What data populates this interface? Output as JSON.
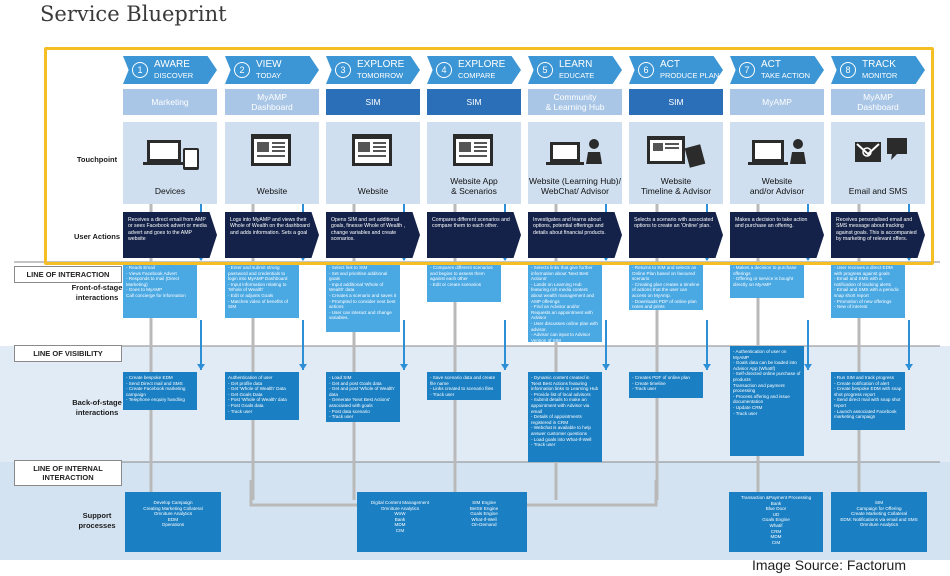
{
  "title": "Service Blueprint",
  "source": "Image Source: Factorum",
  "row_labels": {
    "touchpoint": "Touchpoint",
    "user_actions": "User Actions",
    "front_stage": "Front-of-stage\ninteractions",
    "back_stage": "Back-of-stage\ninteractions",
    "support": "Support\nprocesses"
  },
  "lines": {
    "interaction": "LINE OF INTERACTION",
    "visibility": "LINE OF VISIBILITY",
    "internal": "LINE OF INTERNAL\nINTERACTION"
  },
  "steps": [
    {
      "num": "1",
      "verb": "AWARE",
      "phase": "DISCOVER",
      "channel": "Marketing",
      "channel_style": "light",
      "touchpoint": "Devices",
      "touch_icon": "devices-icon",
      "user_action": "Receives a direct email from AMP or sees Facebook advert or media advert and goes to the AMP website",
      "front": "- Reads Email\n- Views Facebook Advert\n- Responds to mail (Direct Marketing)\n- Goes to MyAMP\nCall concierge for information",
      "back": "- Create bespoke EDM\n- Send Direct mail and SMS\n- Create Facebook marketing campaign\n- Telephone enquiry handling"
    },
    {
      "num": "2",
      "verb": "VIEW",
      "phase": "TODAY",
      "channel": "MyAMP\nDashboard",
      "channel_style": "light",
      "touchpoint": "Website",
      "touch_icon": "website-icon",
      "user_action": "Logs into MyAMP and views their Whole of Wealth on the dashboard and adds information. Sets a goal",
      "front": "- Enter and submit strong password and credentials to login into MyAMP Dashboard\n- Input information relating to 'Whole of Wealth'\n- Edit or adjusts Goals\n- Matches video of benefits of SIM",
      "back": "Authentication of user\n- Get profile data\n- Get 'Whole of Wealth' Data\n- Get Goals Data\n- Post 'Whole of Wealth' data\n- Post Goals data\n- Track user"
    },
    {
      "num": "3",
      "verb": "EXPLORE",
      "phase": "TOMORROW",
      "channel": "SIM",
      "channel_style": "dark",
      "touchpoint": "Website",
      "touch_icon": "website-icon",
      "user_action": "Opens SIM and set additional goals, finesse Whole of Wealth , change variables and create scenarios.",
      "front": "- Select link to SIM\n- Set and prioritise additional goals\n- Input additional 'Whole of Wealth' data\n- Creates a scenario and saves it\n- Prompted to consider next best actions\n- User can interact and change variables.",
      "back": "- Load SIM\n- Get and post Goals data\n- Get and post 'Whole of Wealth' data\n- Generate 'Next Best Actions' associated with goals\n- Post data scenario\n- Track user"
    },
    {
      "num": "4",
      "verb": "EXPLORE",
      "phase": "COMPARE",
      "channel": "SIM",
      "channel_style": "dark",
      "touchpoint": "Website App\n& Scenarios",
      "touch_icon": "website-icon",
      "user_action": "Compares different scenarios and compare them to each other.",
      "front": "- Compares different scenarios and begins to assess them against each other\n- Edit or create scenarios",
      "back": "- Save scenario data and create file name\n- Links created to scenario files\n- Track user"
    },
    {
      "num": "5",
      "verb": "LEARN",
      "phase": "EDUCATE",
      "channel": "Community\n& Learning Hub",
      "channel_style": "light",
      "touchpoint": "Website (Learning Hub)/\nWebChat/ Advisor",
      "touch_icon": "webchat-advisor-icon",
      "user_action": "Investigates and learns about options, potential offerings and details about financial products.",
      "front": "- Selects links that give further information about 'Next Best Actions'\n- Lands on Learning Hub featuring rich media content about wealth management and AMP offerings\n- Find an Advisor and/or Requests an appointment with Advisor\n- User discusses online plan with advisor.\n- Advisor can input to Advisor Version of SIM",
      "back": "- Dynamic content created in 'Next Best Actions featuring information links to Learning Hub\n- Provide list of local advisors\n- Submit details to make an appointment with Advisor via email\n- Details of appointments registered in CRM\n- Webchat is available to help answer customer questions\n- Load goals into What-If-Well\n- Track user"
    },
    {
      "num": "6",
      "verb": "ACT",
      "phase": "PRODUCE PLAN",
      "channel": "SIM",
      "channel_style": "dark",
      "touchpoint": "Website\nTimeline & Advisor",
      "touch_icon": "timeline-advisor-icon",
      "user_action": "Selects a scenario with associated options to create an 'Online' plan.",
      "front": "- Returns to SIM and selects an Online Plan based on favoured scenario\n- Creating plan creates a timeline of actions that the user can access on MyAmp.\n- Downloads PDF of online plan notes and prints",
      "back": "- Creates PDF of online plan\n- Create timeline\n- Track user"
    },
    {
      "num": "7",
      "verb": "ACT",
      "phase": "TAKE ACTION",
      "channel": "MyAMP",
      "channel_style": "light",
      "touchpoint": "Website\nand/or Advisor",
      "touch_icon": "website-advisor-icon",
      "user_action": "Makes a decision to take action and purchase an offering.",
      "front": "- Makes a decision to purchase offerings\n- Offering or service is bought directly on MyAMP",
      "back": "- Authentication of user on MyAMP\n- Goals data can be loaded into Advisor App (WhatIf)\n- Self-directed online purchase of products\nTransaction and payment processing\n- Process offering and issue documentation\n- Update CRM\n- Track user"
    },
    {
      "num": "8",
      "verb": "TRACK",
      "phase": "MONITOR",
      "channel": "MyAMP\nDashboard",
      "channel_style": "light",
      "touchpoint": "Email and SMS",
      "touch_icon": "email-sms-icon",
      "user_action": "Receives personalised email and SMS message about tracking against goals. This is accompanied by marketing of relevant offers.",
      "front": "- User receives a direct EDM with progress against goals\n- Email and SMS with a notification of tracking alerts\n- Email and SMS with a periodic snap short report\n- Promotion of new offerings\n- New of interest",
      "back": "- Run SIM and track progress\n- Create notification of alert\n- Create bespoke EDM with snap shot progress report\n- Send direct mail with snap shot report\n- Launch associated Facebook marketing campaign"
    }
  ],
  "support": [
    {
      "id": "s1",
      "text": "Develop Campaign\nCreating Marketing Collateral\nOmniture Analytics\nEDM\nOperations"
    },
    {
      "id": "s2",
      "text": "Digital Content Management\nOmniture Analytics\nWoW\nBank\nMDM\nCIM",
      "text2": "SIM Engine\nBetSIr Engine\nGoals Engine\nWhat-If-Well\nOn-Demand"
    },
    {
      "id": "s3",
      "text": "Transaction &Payment Processing\nBank\nBlue Door\nUD\nGoals Engine\nWhatif\nCRM\nMDM\nCIM"
    },
    {
      "id": "s4",
      "text": "SIM\nCampaign for Offering\nCreate Marketing Collateral\nEDM: Notifications via email and SMS\nOmniture Analytics"
    }
  ],
  "colors": {
    "step_blue": "#3c95d4",
    "channel_light": "#a9c6e6",
    "channel_dark": "#2a6fb8",
    "user_action_navy": "#14224a",
    "highlight": "#f5be24"
  }
}
